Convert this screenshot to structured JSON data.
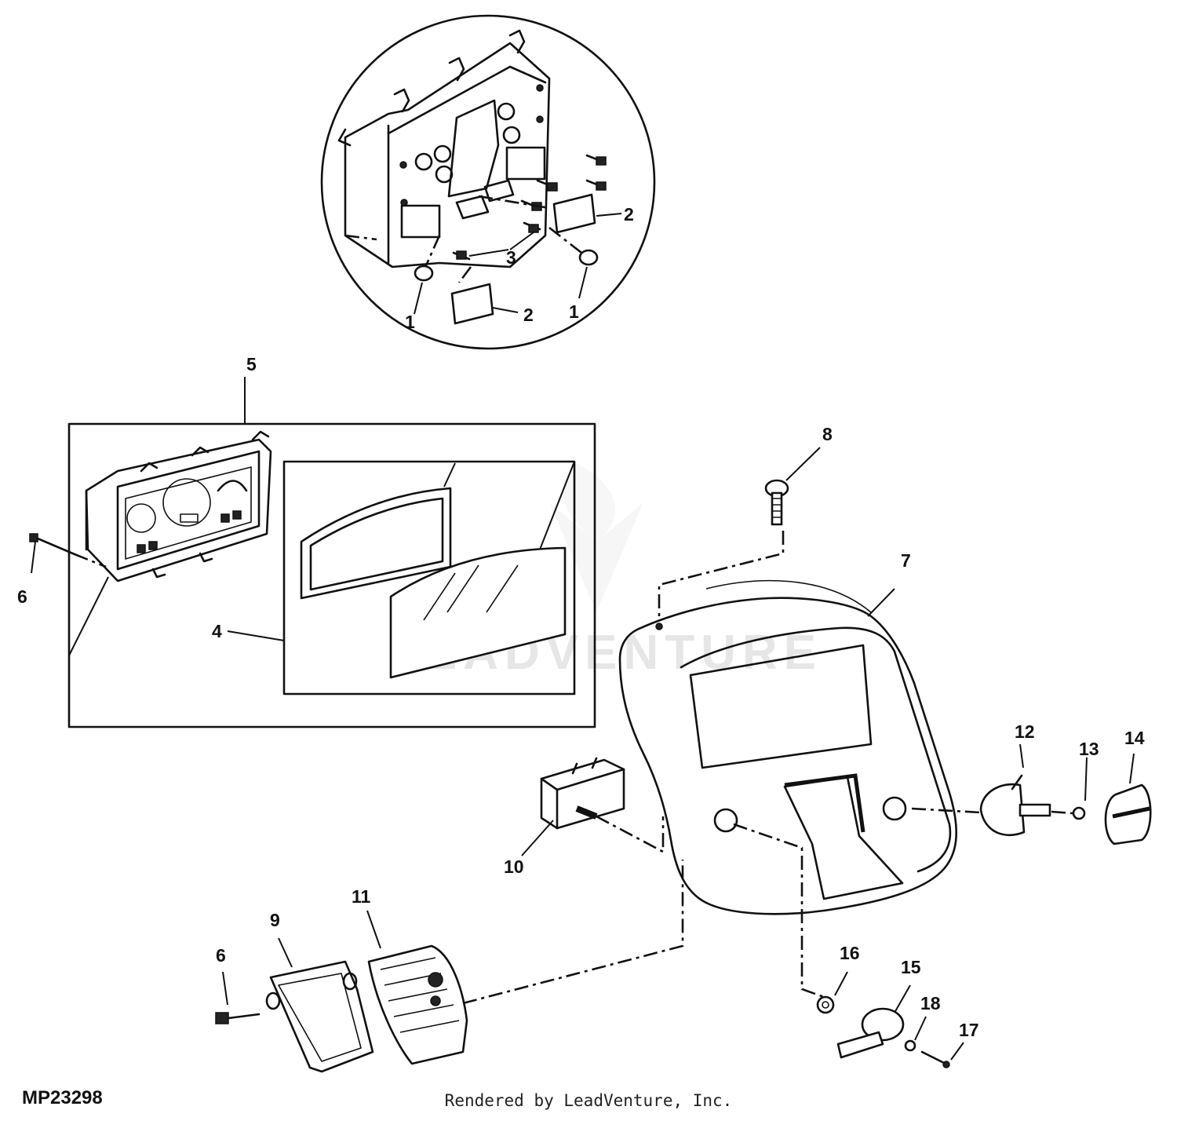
{
  "diagram": {
    "id": "MP23298",
    "credit": "Rendered by LeadVenture, Inc.",
    "watermark": "LEADVENTURE",
    "callouts": {
      "c1": "1",
      "c2": "2",
      "c3": "3",
      "c4": "4",
      "c5": "5",
      "c6": "6",
      "c7": "7",
      "c8": "8",
      "c9": "9",
      "c10": "10",
      "c11": "11",
      "c12": "12",
      "c13": "13",
      "c14": "14",
      "c15": "15",
      "c16": "16",
      "c17": "17",
      "c18": "18"
    }
  }
}
